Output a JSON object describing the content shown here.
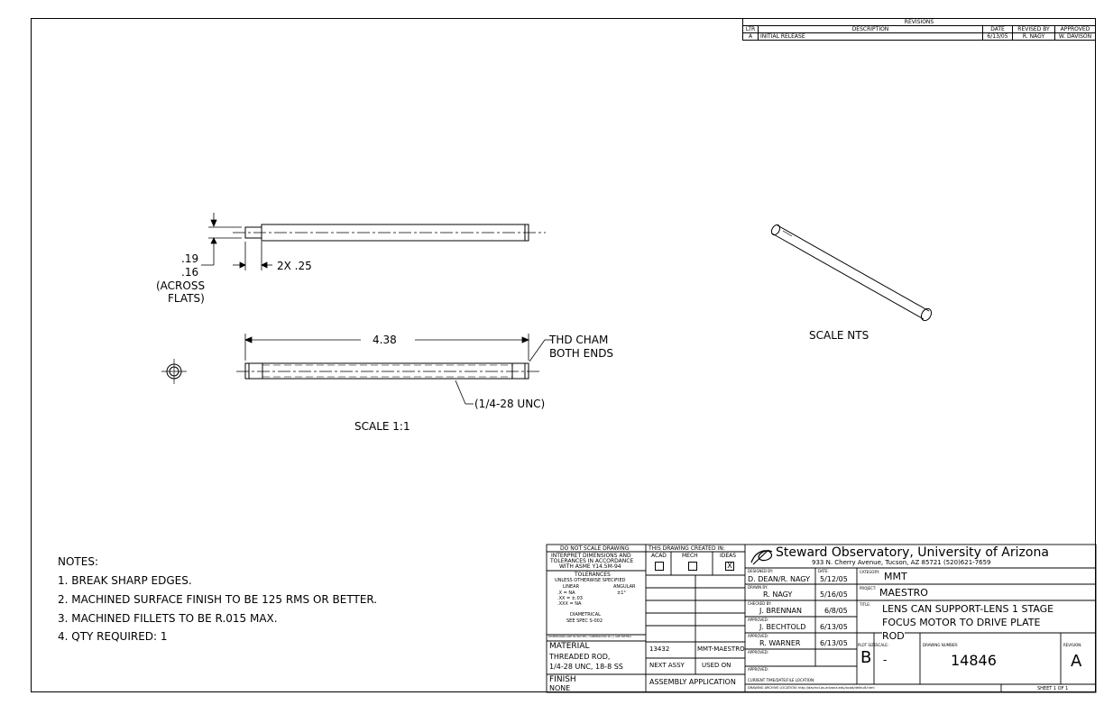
{
  "revisions": {
    "title": "REVISIONS",
    "headers": [
      "LTR",
      "DESCRIPTION",
      "DATE",
      "REVISED BY",
      "APPROVED"
    ],
    "rows": [
      [
        "A",
        "INITIAL RELEASE",
        "6/13/05",
        "R. NAGY",
        "W. DAVISON"
      ]
    ]
  },
  "views": {
    "top_dim_upper": ".19",
    "top_dim_lower": ".16",
    "across_flats_1": "(ACROSS",
    "across_flats_2": "FLATS)",
    "flat_length": "2X .25",
    "length": "4.38",
    "chamfer_1": "THD CHAM",
    "chamfer_2": "BOTH ENDS",
    "thread": "(1/4-28 UNC)",
    "scale_main": "SCALE 1:1",
    "scale_iso": "SCALE NTS"
  },
  "notes": {
    "heading": "NOTES:",
    "items": [
      "1. BREAK SHARP EDGES.",
      "2. MACHINED SURFACE FINISH TO BE 125 RMS OR BETTER.",
      "3. MACHINED FILLETS TO BE R.015 MAX.",
      "4. QTY REQUIRED: 1"
    ]
  },
  "spec": {
    "do_not_scale": "DO NOT SCALE DRAWING",
    "interpret_1": "INTERPRET DIMENSIONS AND",
    "interpret_2": "TOLERANCES IN ACCORDANCE",
    "interpret_3": "WITH ASME Y14.5M-94",
    "tolerances": "TOLERANCES",
    "unless": "UNLESS OTHERWISE SPECIFIED",
    "linear": "LINEAR",
    "angular": "ANGULAR",
    "tol_x": ".X   = NA",
    "tol_angle": "±1°",
    "tol_xx": ".XX  = ±.03",
    "tol_xxx": ".XXX = NA",
    "diametrical": "DIAMETRICAL",
    "see_spec": "SEE SPEC S-002",
    "units_note": "DIMENSIONS ARE IN INCHES / DIMENSIONS IN [ ] ARE METRIC",
    "material_label": "MATERIAL",
    "material_1": "THREADED ROD,",
    "material_2": "1/4-28 UNC, 18-8 SS",
    "finish_label": "FINISH",
    "finish_value": "NONE"
  },
  "created": {
    "label": "THIS DRAWING CREATED IN:",
    "options": [
      "ACAD",
      "MECH",
      "IDEAS"
    ],
    "checked": [
      "",
      "",
      "X"
    ]
  },
  "assembly": {
    "next_assy_value": "13432",
    "used_on_value": "MMT-MAESTRO",
    "next_assy_label": "NEXT ASSY",
    "used_on_label": "USED ON",
    "application_label": "ASSEMBLY APPLICATION"
  },
  "signatures": {
    "designed_label": "DESIGNED BY:",
    "designed_name": "D. DEAN/R. NAGY",
    "date_label": "DATE:",
    "designed_date": "5/12/05",
    "drawn_label": "DRAWN BY:",
    "drawn_name": "R. NAGY",
    "drawn_date": "5/16/05",
    "checked_label": "CHECKED BY:",
    "checked_name": "J. BRENNAN",
    "checked_date": "6/8/05",
    "approved1_label": "APPROVED:",
    "approved1_name": "J. BECHTOLD",
    "approved1_date": "6/13/05",
    "approved2_label": "APPROVED:",
    "approved2_name": "R. WARNER",
    "approved2_date": "6/13/05",
    "approved3_label": "APPROVED:",
    "approved4_label": "APPROVED:",
    "time_label": "CURRENT TIME/DATE/FILE LOCATION:",
    "archive_label": "DRAWING ARCHIVE LOCATION: http://davinci.as.arizona.edu/acad/default.html"
  },
  "org": {
    "name": "Steward Observatory, University of Arizona",
    "address": "933 N. Cherry Avenue, Tucson, AZ  85721   (520)621-7659"
  },
  "title_block": {
    "category_label": "CATEGORY:",
    "category": "MMT",
    "project_label": "PROJECT:",
    "project": "MAESTRO",
    "title_label": "TITLE:",
    "title_1": "LENS CAN SUPPORT-LENS 1 STAGE",
    "title_2": "FOCUS MOTOR TO DRIVE PLATE",
    "title_3": "ROD",
    "plot_size_label": "PLOT SIZE",
    "plot_size": "B",
    "scale_label": "SCALE:",
    "scale": "-",
    "drawing_number_label": "DRAWING NUMBER:",
    "drawing_number": "14846",
    "revision_label": "REVISION:",
    "revision": "A",
    "sheet": "SHEET 1  OF 1"
  }
}
